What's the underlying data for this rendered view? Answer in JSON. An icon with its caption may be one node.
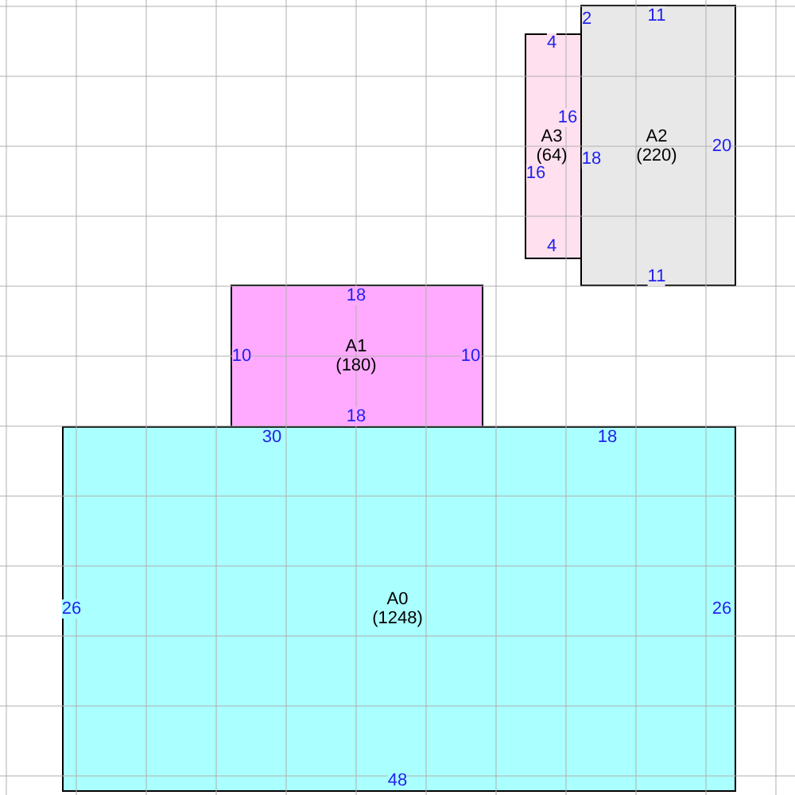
{
  "diagram": {
    "nodes": [
      {
        "text": [
          "A0",
          "(1248)",
          "30",
          "18",
          "26",
          "26",
          "48"
        ]
      },
      {
        "text": [
          "A1",
          "(180)",
          "18",
          "10",
          "10",
          "18"
        ]
      },
      {
        "text": [
          "A2",
          "(220)",
          "2",
          "11",
          "18",
          "20",
          "11"
        ]
      },
      {
        "text": [
          "A3",
          "(64)",
          "4",
          "16",
          "16",
          "4"
        ]
      }
    ],
    "edges": []
  }
}
